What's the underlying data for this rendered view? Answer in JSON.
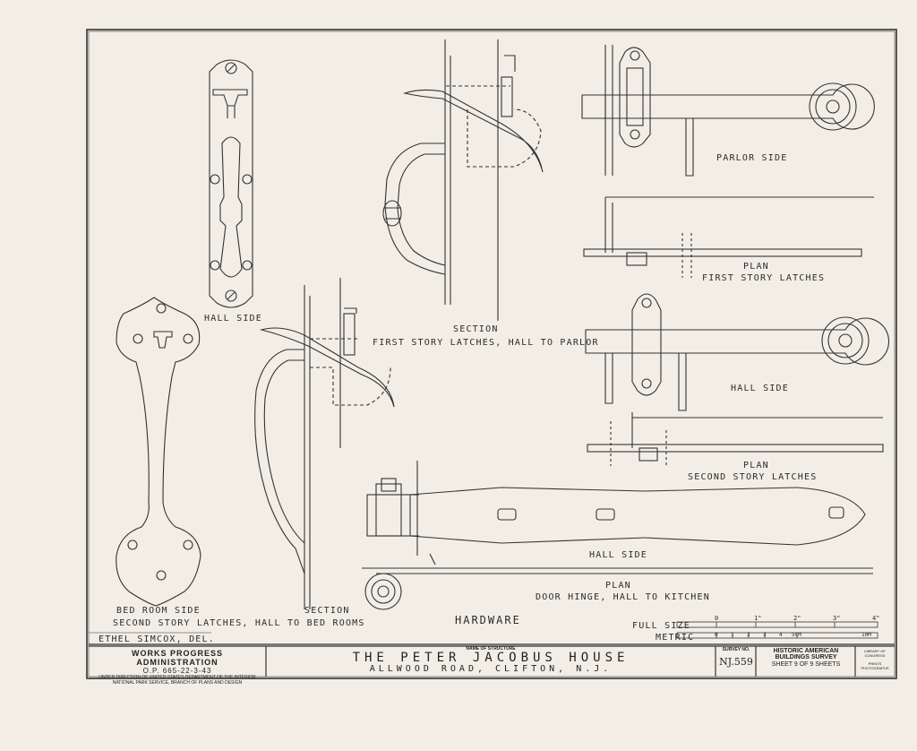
{
  "drawing": {
    "hall_side_1": "HALL SIDE",
    "section_1": "SECTION",
    "first_story_caption": "FIRST STORY LATCHES, HALL TO PARLOR",
    "parlor_side": "PARLOR SIDE",
    "plan_1": "PLAN",
    "plan_1_caption": "FIRST STORY LATCHES",
    "hall_side_2": "HALL SIDE",
    "plan_2": "PLAN",
    "plan_2_caption": "SECOND STORY LATCHES",
    "bed_room_side": "BED ROOM SIDE",
    "section_2": "SECTION",
    "second_story_caption": "SECOND STORY LATCHES, HALL TO BED ROOMS",
    "hall_side_3": "HALL SIDE",
    "plan_3": "PLAN",
    "door_hinge_caption": "DOOR HINGE, HALL TO KITCHEN",
    "hardware": "HARDWARE",
    "delineator": "ETHEL SIMCOX, DEL.",
    "full_size": "FULL SIZE",
    "metric": "METRIC",
    "scale_inches": [
      "0",
      "1\"",
      "2\"",
      "3\"",
      "4\""
    ],
    "scale_cm": [
      "0",
      "1",
      "2",
      "3",
      "4",
      "5CM",
      "10M"
    ]
  },
  "title_block": {
    "agency_1": "WORKS PROGRESS ADMINISTRATION",
    "agency_2": "O.P. 665-22-3-43",
    "agency_3": "UNDER DIRECTION OF UNITED STATES DEPARTMENT OF THE INTERIOR",
    "agency_4": "NATIONAL PARK SERVICE, BRANCH OF PLANS AND DESIGN",
    "name_label": "NAME OF STRUCTURE",
    "structure_name": "THE PETER JACOBUS HOUSE",
    "address": "ALLWOOD ROAD, CLIFTON, N.J.",
    "survey_label": "SURVEY NO.",
    "survey_no": "NJ.559",
    "habs_1": "HISTORIC AMERICAN",
    "habs_2": "BUILDINGS SURVEY",
    "sheet": "SHEET 9 OF 9 SHEETS",
    "loc_1": "LIBRARY OF CONGRESS",
    "loc_2": "PRINTS PHOTOGRAPHS"
  }
}
